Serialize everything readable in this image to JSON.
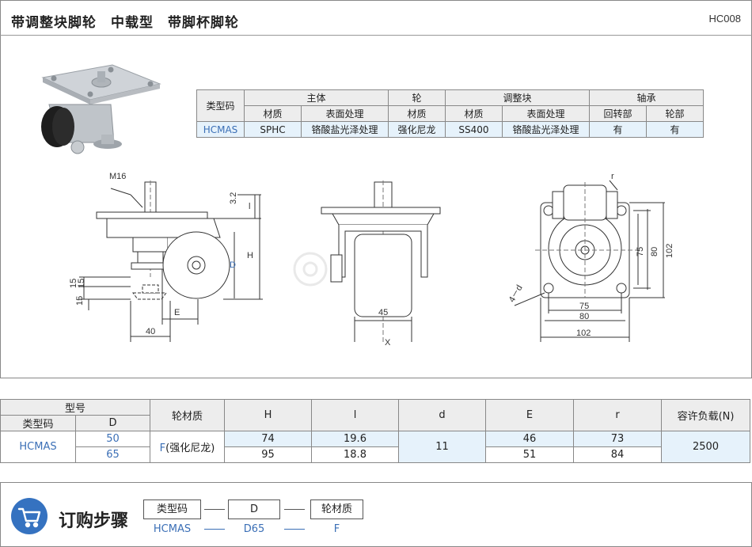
{
  "header": {
    "title": "带调整块脚轮　中载型　带脚杯脚轮",
    "code": "HC008"
  },
  "material_table": {
    "type_code_label": "类型码",
    "group_main": "主体",
    "group_wheel": "轮",
    "group_adjust": "调整块",
    "group_bearing": "轴承",
    "sub_material_1": "材质",
    "sub_surface_1": "表面处理",
    "sub_material_2": "材质",
    "sub_material_3": "材质",
    "sub_surface_3": "表面处理",
    "sub_swivel": "回转部",
    "sub_wheel_part": "轮部",
    "row": {
      "type_code": "HCMAS",
      "main_material": "SPHC",
      "main_surface": "铬酸盐光泽处理",
      "wheel_material": "强化尼龙",
      "adjust_material": "SS400",
      "adjust_surface": "铬酸盐光泽处理",
      "swivel": "有",
      "wheel_part": "有"
    }
  },
  "drawing": {
    "m16": "M16",
    "dim_32": "3.2",
    "dim_l": "l",
    "dim_H": "H",
    "dim_D": "D",
    "dim_15a": "15",
    "dim_15b": "15",
    "dim_15c": "15",
    "dim_E": "E",
    "dim_40": "40",
    "dim_45": "45",
    "dim_X": "X",
    "dim_r": "r",
    "dim_4d": "4－d",
    "dim_75h": "75",
    "dim_80h": "80",
    "dim_102h": "102",
    "dim_75v": "75",
    "dim_80v": "80",
    "dim_102v": "102"
  },
  "spec_table": {
    "model_label": "型号",
    "type_code_label": "类型码",
    "D_label": "D",
    "wheel_material_label": "轮材质",
    "H_label": "H",
    "l_label": "l",
    "d_label": "d",
    "E_label": "E",
    "r_label": "r",
    "load_label": "容许负载(N)",
    "type_code": "HCMAS",
    "wheel_material_prefix": "F",
    "wheel_material_text": "(强化尼龙)",
    "d_value": "11",
    "load_value": "2500",
    "rows": [
      {
        "D": "50",
        "H": "74",
        "l": "19.6",
        "E": "46",
        "r": "73"
      },
      {
        "D": "65",
        "H": "95",
        "l": "18.8",
        "E": "51",
        "r": "84"
      }
    ]
  },
  "order": {
    "title": "订购步骤",
    "box_type_code": "类型码",
    "box_D": "D",
    "box_wheel": "轮材质",
    "val_type_code": "HCMAS",
    "val_D": "D65",
    "val_wheel": "F"
  },
  "colors": {
    "accent_blue": "#3b6fb6",
    "cart_blue": "#3572c0",
    "header_gray": "#ededed",
    "value_blue": "#e6f2fb"
  }
}
